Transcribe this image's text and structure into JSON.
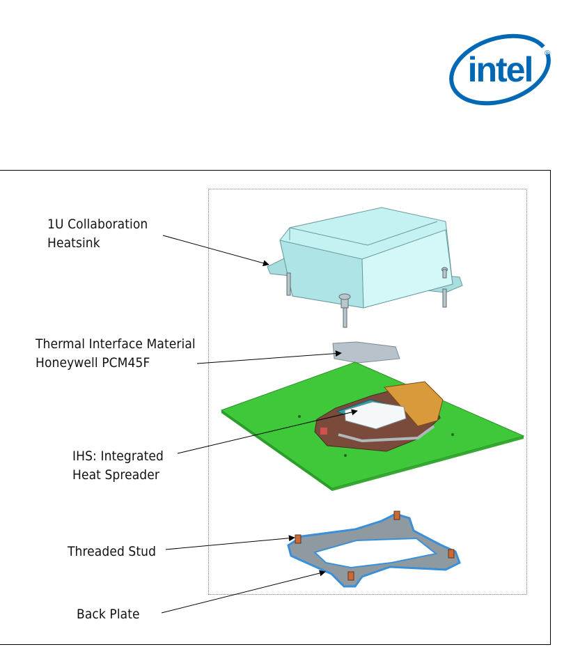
{
  "logo": {
    "text": "intel",
    "color": "#0068b5"
  },
  "labels": {
    "heatsink": [
      "1U Collaboration",
      "Heatsink"
    ],
    "tim": [
      "Thermal Interface Material",
      "Honeywell PCM45F"
    ],
    "ihs": [
      "IHS: Integrated",
      "Heat Spreader"
    ],
    "stud": "Threaded Stud",
    "backplate": "Back Plate"
  },
  "colors": {
    "heatsink": "#bfeff0",
    "board": "#3ec83a",
    "backplate_outline": "#3a8fd8",
    "backplate_fill": "#8e9aa0"
  }
}
